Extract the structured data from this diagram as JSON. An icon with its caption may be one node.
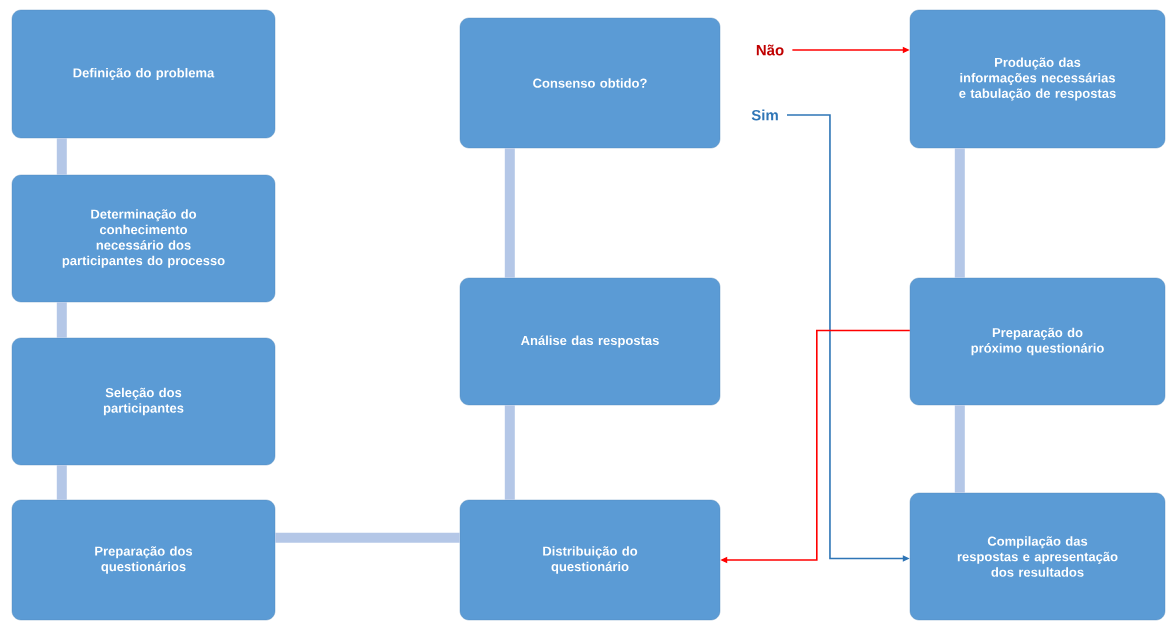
{
  "diagram": {
    "nodes": [
      {
        "text": [
          "Definição do problema"
        ]
      },
      {
        "text": [
          "Determinação do conhecimento necessário dos participantes do processo"
        ]
      },
      {
        "text": [
          "Seleção dos participantes"
        ]
      },
      {
        "text": [
          "Preparação dos questionários"
        ]
      },
      {
        "text": [
          "Consenso obtido?"
        ]
      },
      {
        "text": [
          "Não"
        ]
      },
      {
        "text": [
          "Sim"
        ]
      },
      {
        "text": [
          "Produção das informações necessárias e tabulação de respostas"
        ]
      },
      {
        "text": [
          "Análise das respostas"
        ]
      },
      {
        "text": [
          "Preparação do próximo questionário"
        ]
      },
      {
        "text": [
          "Distribuição do questionário"
        ]
      },
      {
        "text": [
          "Compilação das respostas e apresentação dos resultados"
        ]
      }
    ],
    "edges": [
      {
        "from": 0,
        "to": 1,
        "arrow": "none"
      },
      {
        "from": 1,
        "to": 2,
        "arrow": "none"
      },
      {
        "from": 2,
        "to": 3,
        "arrow": "none"
      },
      {
        "from": 3,
        "to": 10,
        "arrow": "none"
      },
      {
        "from": 10,
        "to": 8,
        "arrow": "none"
      },
      {
        "from": 8,
        "to": 4,
        "arrow": "none"
      },
      {
        "from": 5,
        "to": 7,
        "arrow": "to",
        "color": "#ff0000"
      },
      {
        "from": 6,
        "to": 11,
        "arrow": "to",
        "color": "#2e75b6"
      },
      {
        "from": 7,
        "to": 9,
        "arrow": "none"
      },
      {
        "from": 9,
        "to": 11,
        "arrow": "none"
      },
      {
        "from": 9,
        "to": 10,
        "arrow": "to",
        "color": "#ff0000"
      }
    ]
  }
}
